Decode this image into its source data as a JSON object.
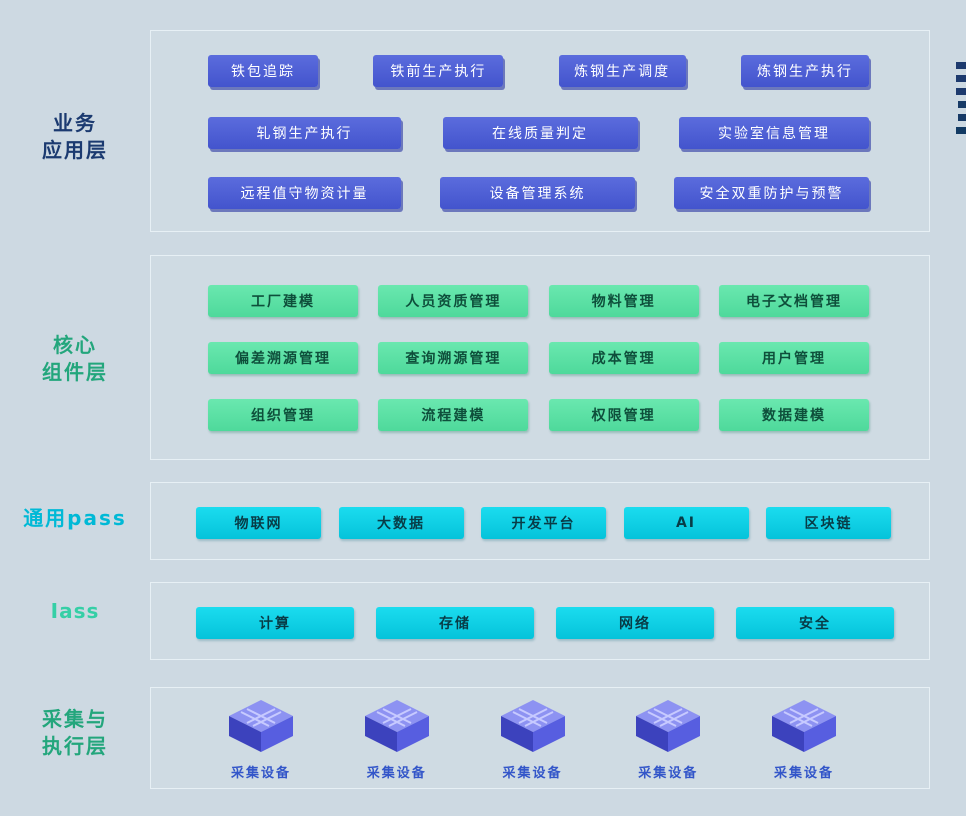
{
  "layers": {
    "business": {
      "label": [
        "业务",
        "应用层"
      ],
      "rows": [
        [
          "铁包追踪",
          "铁前生产执行",
          "炼钢生产调度",
          "炼钢生产执行"
        ],
        [
          "轧钢生产执行",
          "在线质量判定",
          "实验室信息管理"
        ],
        [
          "远程值守物资计量",
          "设备管理系统",
          "安全双重防护与预警"
        ]
      ]
    },
    "core": {
      "label": [
        "核心",
        "组件层"
      ],
      "rows": [
        [
          "工厂建模",
          "人员资质管理",
          "物料管理",
          "电子文档管理"
        ],
        [
          "偏差溯源管理",
          "查询溯源管理",
          "成本管理",
          "用户管理"
        ],
        [
          "组织管理",
          "流程建模",
          "权限管理",
          "数据建模"
        ]
      ]
    },
    "paas": {
      "label": "通用pass",
      "items": [
        "物联网",
        "大数据",
        "开发平台",
        "AI",
        "区块链"
      ]
    },
    "iaas": {
      "label": "Iass",
      "items": [
        "计算",
        "存储",
        "网络",
        "安全"
      ]
    },
    "collect": {
      "label": [
        "采集与",
        "执行层"
      ],
      "device_label": "采集设备"
    }
  },
  "colors": {
    "background": "#cdd9e2",
    "blue_button": "#4b5dd2",
    "green_button": "#57e0a2",
    "cyan_button": "#0cd2e6",
    "business_label": "#1b3a70",
    "core_label": "#23a67c",
    "paas_label": "#00b9d6",
    "iaas_label": "#35cfa6",
    "collect_label": "#23a67c",
    "device_label": "#3356c9"
  }
}
